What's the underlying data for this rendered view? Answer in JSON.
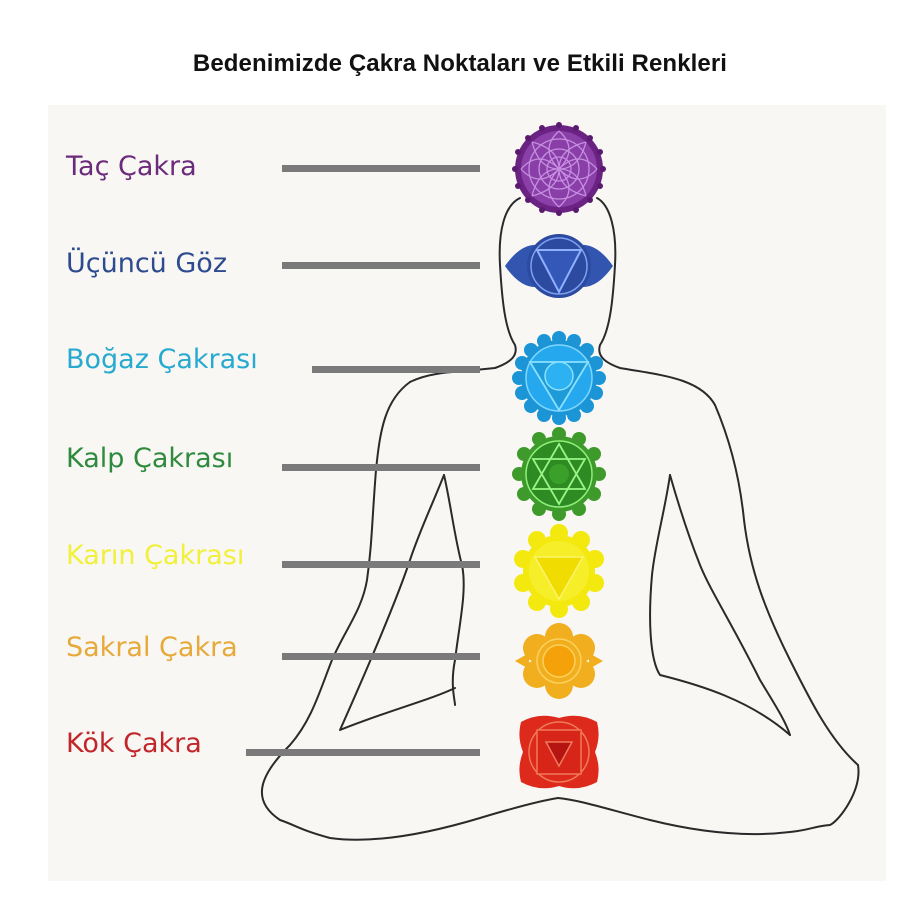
{
  "title": "Bedenimizde Çakra Noktaları ve Etkili Renkleri",
  "chakras": [
    {
      "label": "Taç Çakra",
      "color": "#6b2a7a",
      "icon": "crown-chakra-lotus-icon",
      "symbol_color": "#8a3fa8"
    },
    {
      "label": "Üçüncü Göz",
      "color": "#2e4b8f",
      "icon": "third-eye-chakra-icon",
      "symbol_color": "#2f4fae"
    },
    {
      "label": "Boğaz Çakrası",
      "color": "#28aad0",
      "icon": "throat-chakra-icon",
      "symbol_color": "#1ea3e6"
    },
    {
      "label": "Kalp Çakrası",
      "color": "#2f8a3e",
      "icon": "heart-chakra-icon",
      "symbol_color": "#3c9e2d"
    },
    {
      "label": "Karın Çakrası",
      "color": "#f1f03a",
      "icon": "solar-plexus-chakra-icon",
      "symbol_color": "#f2e60a"
    },
    {
      "label": "Sakral Çakra",
      "color": "#e7a93a",
      "icon": "sacral-chakra-icon",
      "symbol_color": "#f1ad1a"
    },
    {
      "label": "Kök Çakra",
      "color": "#c0262a",
      "icon": "root-chakra-icon",
      "symbol_color": "#dd2a1c"
    }
  ]
}
